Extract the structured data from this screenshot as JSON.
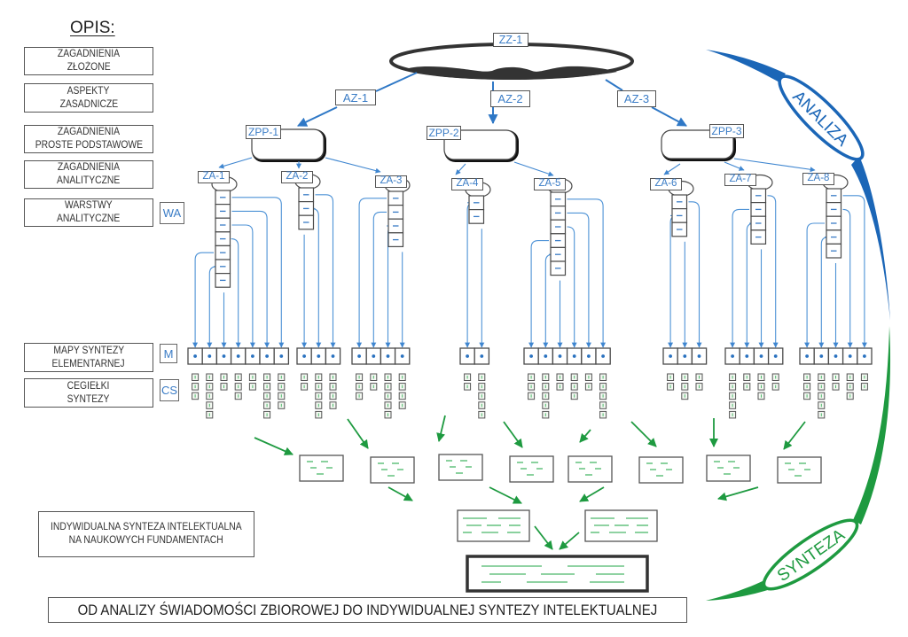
{
  "legend": {
    "title": "OPIS:",
    "items": [
      {
        "line1": "ZAGADNIENIA",
        "line2": "ZŁOŻONE"
      },
      {
        "line1": "ASPEKTY",
        "line2": "ZASADNICZE"
      },
      {
        "line1": "ZAGADNIENIA",
        "line2": "PROSTE PODSTAWOWE"
      },
      {
        "line1": "ZAGADNIENIA",
        "line2": "ANALITYCZNE"
      },
      {
        "line1": "WARSTWY",
        "line2": "ANALITYCZNE",
        "tag": "WA"
      },
      {
        "line1": "MAPY SYNTEZY",
        "line2": "ELEMENTARNEJ",
        "tag": "M"
      },
      {
        "line1": "CEGIEŁKI",
        "line2": "SYNTEZY",
        "tag": "CS"
      },
      {
        "line1": "INDYWIDUALNA SYNTEZA INTELEKTUALNA",
        "line2": "NA NAUKOWYCH FUNDAMENTACH"
      }
    ]
  },
  "complex_issue": {
    "label": "ZZ-1"
  },
  "aspects": [
    "AZ-1",
    "AZ-2",
    "AZ-3"
  ],
  "basic_issues": [
    "ZPP-1",
    "ZPP-2",
    "ZPP-3"
  ],
  "analytic_issues": [
    {
      "label": "ZA-1",
      "parent": "ZPP-1",
      "analytic_layers": 7,
      "synthesis_blocks_per_map": [
        3,
        5,
        2,
        3,
        2,
        5,
        4
      ]
    },
    {
      "label": "ZA-2",
      "parent": "ZPP-1",
      "analytic_layers": 3,
      "synthesis_blocks_per_map": [
        2,
        5,
        4
      ]
    },
    {
      "label": "ZA-3",
      "parent": "ZPP-1",
      "analytic_layers": 4,
      "synthesis_blocks_per_map": [
        3,
        2,
        5,
        4
      ]
    },
    {
      "label": "ZA-4",
      "parent": "ZPP-2",
      "analytic_layers": 2,
      "synthesis_blocks_per_map": [
        2,
        5
      ]
    },
    {
      "label": "ZA-5",
      "parent": "ZPP-2",
      "analytic_layers": 6,
      "synthesis_blocks_per_map": [
        3,
        5,
        2,
        3,
        2,
        5
      ]
    },
    {
      "label": "ZA-6",
      "parent": "ZPP-3",
      "analytic_layers": 3,
      "synthesis_blocks_per_map": [
        2,
        3,
        2
      ]
    },
    {
      "label": "ZA-7",
      "parent": "ZPP-3",
      "analytic_layers": 4,
      "synthesis_blocks_per_map": [
        5,
        2,
        3,
        2
      ]
    },
    {
      "label": "ZA-8",
      "parent": "ZPP-3",
      "analytic_layers": 5,
      "synthesis_blocks_per_map": [
        3,
        5,
        2,
        3,
        2
      ]
    }
  ],
  "synthesis": {
    "elementary_syntheses": 8,
    "intermediate_syntheses": 2,
    "final_syntheses": 1
  },
  "phases": {
    "analysis": "ANALIZA",
    "synthesis": "SYNTEZA"
  },
  "footer": {
    "title": "OD ANALIZY ŚWIADOMOŚCI ZBIOROWEJ DO INDYWIDUALNEJ SYNTEZY INTELEKTUALNEJ"
  },
  "colors": {
    "analysis_blue": "#1b66b7",
    "label_blue": "#3a7cc6",
    "connector_blue": "#4d92d6",
    "synthesis_green": "#1e9a40",
    "dash_green": "#4cb86a",
    "outline": "#4a4a4a",
    "dark": "#333333"
  }
}
